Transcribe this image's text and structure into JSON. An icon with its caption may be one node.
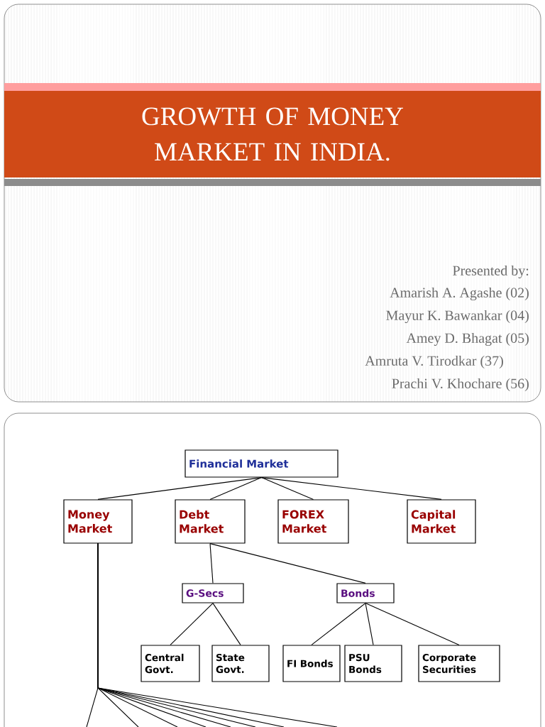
{
  "diagram": {
    "title": "GROWTH OF MONEY MARKET IN INDIA.",
    "nodes": [
      {
        "text": [
          "Financial Market"
        ]
      },
      {
        "text": [
          "Money Market"
        ]
      },
      {
        "text": [
          "Debt Market"
        ]
      },
      {
        "text": [
          "FOREX Market"
        ]
      },
      {
        "text": [
          "Capital Market"
        ]
      },
      {
        "text": [
          "G-Secs"
        ]
      },
      {
        "text": [
          "Bonds"
        ]
      },
      {
        "text": [
          "Central Govt."
        ]
      },
      {
        "text": [
          "State Govt."
        ]
      },
      {
        "text": [
          "FI Bonds"
        ]
      },
      {
        "text": [
          "PSU Bonds"
        ]
      },
      {
        "text": [
          "Corporate Securities"
        ]
      }
    ],
    "edges": [
      {
        "from": 0,
        "to": 1,
        "arrow": "none"
      },
      {
        "from": 0,
        "to": 2,
        "arrow": "none"
      },
      {
        "from": 0,
        "to": 3,
        "arrow": "none"
      },
      {
        "from": 0,
        "to": 4,
        "arrow": "none"
      },
      {
        "from": 2,
        "to": 5,
        "arrow": "none"
      },
      {
        "from": 2,
        "to": 6,
        "arrow": "none"
      },
      {
        "from": 5,
        "to": 7,
        "arrow": "none"
      },
      {
        "from": 5,
        "to": 8,
        "arrow": "none"
      },
      {
        "from": 6,
        "to": 9,
        "arrow": "none"
      },
      {
        "from": 6,
        "to": 10,
        "arrow": "none"
      },
      {
        "from": 6,
        "to": 11,
        "arrow": "none"
      },
      {
        "from": 1,
        "to": null,
        "arrow": "none"
      },
      {
        "from": 1,
        "to": null,
        "arrow": "none"
      },
      {
        "from": 1,
        "to": null,
        "arrow": "none"
      },
      {
        "from": 1,
        "to": null,
        "arrow": "none"
      },
      {
        "from": 1,
        "to": null,
        "arrow": "none"
      },
      {
        "from": 1,
        "to": null,
        "arrow": "none"
      },
      {
        "from": 1,
        "to": null,
        "arrow": "none"
      },
      {
        "from": 1,
        "to": null,
        "arrow": "none"
      }
    ],
    "labels": [
      "Presented by:",
      "Amarish A. Agashe (02)",
      "Mayur K. Bawankar (04)",
      "Amey D. Bhagat (05)",
      "Amruta V.  Tirodkar (37)",
      "Prachi V.  Khochare (56)"
    ]
  }
}
